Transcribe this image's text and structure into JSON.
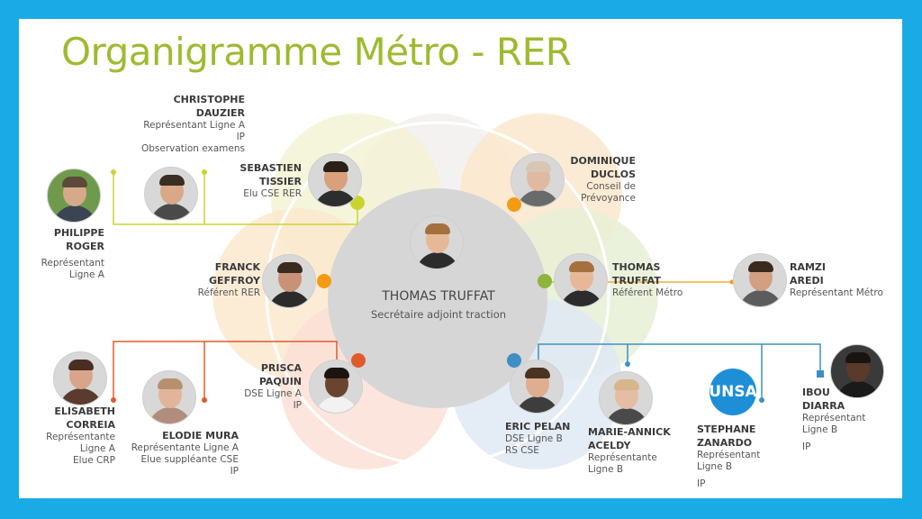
{
  "title": "Organigramme Métro - RER",
  "colors": {
    "frame": "#1aabe6",
    "title": "#9dbb2f",
    "yellow": "#c9d52f",
    "orange": "#f39c12",
    "green": "#8db53b",
    "red": "#e05a2b",
    "blue": "#3d8fc4"
  },
  "center": {
    "name": "THOMAS TRUFFAT",
    "role": "Secrétaire adjoint traction"
  },
  "people": {
    "christophe": {
      "name1": "CHRISTOPHE",
      "name2": "DAUZIER",
      "l1": "Représentant Ligne A",
      "l2": "IP",
      "l3": "Observation examens"
    },
    "sebastien": {
      "name1": "SEBASTIEN",
      "name2": "TISSIER",
      "l1": "Elu CSE RER"
    },
    "philippe": {
      "name1": "PHILIPPE",
      "name2": "ROGER",
      "l1": "Représentant",
      "l2": "Ligne A"
    },
    "franck": {
      "name1": "FRANCK",
      "name2": "GEFFROY",
      "l1": "Référent RER"
    },
    "dominique": {
      "name1": "DOMINIQUE",
      "name2": "DUCLOS",
      "l1": "Conseil de",
      "l2": "Prévoyance"
    },
    "thomas": {
      "name1": "THOMAS",
      "name2": "TRUFFAT",
      "l1": "Référent Métro"
    },
    "ramzi": {
      "name1": "RAMZI",
      "name2": "AREDI",
      "l1": "Représentant Métro"
    },
    "prisca": {
      "name1": "PRISCA",
      "name2": "PAQUIN",
      "l1": "DSE Ligne A",
      "l2": "IP"
    },
    "elisabeth": {
      "name1": "ELISABETH",
      "name2": "CORREIA",
      "l1": "Représentante",
      "l2": "Ligne A",
      "l3": "Elue CRP"
    },
    "elodie": {
      "name1": "ELODIE MURA",
      "l1": "Représentante Ligne A",
      "l2": "Elue suppléante CSE",
      "l3": "IP"
    },
    "eric": {
      "name1": "ERIC PELAN",
      "l1": "DSE Ligne B",
      "l2": "RS CSE"
    },
    "marie": {
      "name1": "MARIE-ANNICK",
      "name2": "ACELDY",
      "l1": "Représentante",
      "l2": "Ligne B"
    },
    "stephane": {
      "name1": "STEPHANE",
      "name2": "ZANARDO",
      "l1": "Représentant",
      "l2": "Ligne B",
      "l3": "IP"
    },
    "ibou": {
      "name1": "IBOU",
      "name2": "DIARRA",
      "l1": "Représentant",
      "l2": "Ligne B",
      "l3": "IP"
    }
  },
  "logo_text": "UNSA"
}
